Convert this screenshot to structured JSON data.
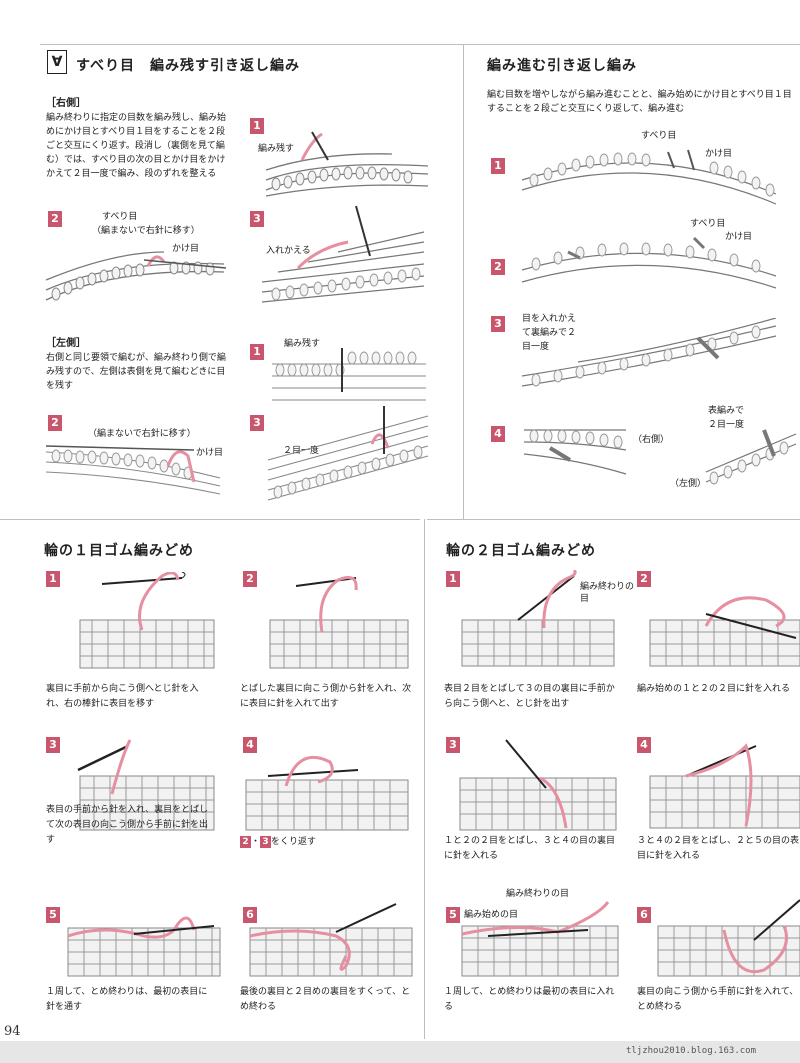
{
  "top_left": {
    "slip_symbol": "∀",
    "title": "すべり目　編み残す引き返し編み",
    "right_side": {
      "heading": "［右側］",
      "desc": "編み終わりに指定の目数を編み残し、編み始めにかけ目とすべり目１目をすることを２段ごと交互にくり返す。段消し（裏側を見て編む）では、すべり目の次の目とかけ目をかけかえて２目一度で編み、段のずれを整える",
      "step1": {
        "num": "1",
        "label": "編み残す"
      },
      "step2": {
        "num": "2",
        "label1": "すべり目",
        "label2": "（編まないで右針に移す）",
        "label3": "かけ目"
      },
      "step3": {
        "num": "3",
        "label": "入れかえる"
      }
    },
    "left_side": {
      "heading": "［左側］",
      "desc": "右側と同じ要領で編むが、編み終わり側で編み残すので、左側は表側を見て編むどきに目を残す",
      "step1": {
        "num": "1",
        "label": "編み残す"
      },
      "step2": {
        "num": "2",
        "label1": "（編まないで右針に移す）",
        "label2": "かけ目"
      },
      "step3": {
        "num": "3",
        "label": "２目一度"
      }
    }
  },
  "top_right": {
    "title": "編み進む引き返し編み",
    "desc": "編む目数を増やしながら編み進むことと、編み始めにかけ目とすべり目１目することを２段ごと交互にくり返して、編み進む",
    "step1": {
      "num": "1",
      "label1": "すべり目",
      "label2": "かけ目"
    },
    "step2": {
      "num": "2",
      "label1": "すべり目",
      "label2": "かけ目"
    },
    "step3": {
      "num": "3",
      "label": "目を入れかえて裏編みで２目一度"
    },
    "step4": {
      "num": "4",
      "label_right": "（右側）",
      "label_top": "表編みで２目一度",
      "label_left": "（左側）"
    }
  },
  "bottom_left": {
    "title": "輪の１目ゴム編みどめ",
    "steps": [
      {
        "num": "1",
        "caption": "裏目に手前から向こう側へとじ針を入れ、右の棒針に表目を移す"
      },
      {
        "num": "2",
        "caption": "とばした裏目に向こう側から針を入れ、次に表目に針を入れて出す"
      },
      {
        "num": "3",
        "caption": "表目の手前から針を入れ、裏目をとばして次の表目の向こう側から手前に針を出す"
      },
      {
        "num": "4",
        "caption_num_a": "2",
        "caption_dot": "・",
        "caption_num_b": "3",
        "caption": "をくり返す"
      },
      {
        "num": "5",
        "caption": "１周して、とめ終わりは、最初の表目に針を通す"
      },
      {
        "num": "6",
        "caption": "最後の裏目と２目めの裏目をすくって、とめ終わる"
      }
    ]
  },
  "bottom_right": {
    "title": "輪の２目ゴム編みどめ",
    "steps": [
      {
        "num": "1",
        "label": "編み終わりの目",
        "caption": "表目２目をとばして３の目の裏目に手前から向こう側へと、とじ針を出す"
      },
      {
        "num": "2",
        "caption": "編み始めの１と２の２目に針を入れる"
      },
      {
        "num": "3",
        "caption": "１と２の２目をとばし、３と４の目の裏目に針を入れる"
      },
      {
        "num": "4",
        "caption": "３と４の２目をとばし、２と５の目の表目に針を入れる"
      },
      {
        "num": "5",
        "label1": "編み終わりの目",
        "label2": "編み始めの目",
        "caption": "１周して、とめ終わりは最初の表目に入れる"
      },
      {
        "num": "6",
        "caption": "裏目の向こう側から手前に針を入れて、とめ終わる"
      }
    ]
  },
  "footer": {
    "page_number": "94",
    "watermark": "tljzhou2010.blog.163.com"
  },
  "colors": {
    "accent": "#c8566d",
    "yarn": "#e58fa0",
    "knit": "#8c8c8c"
  }
}
